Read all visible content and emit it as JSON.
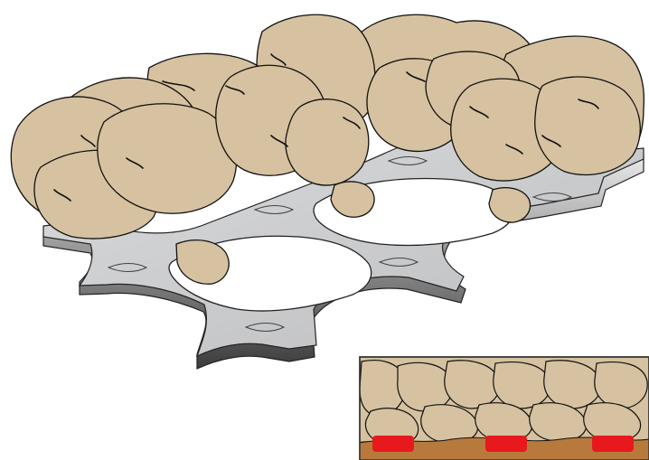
{
  "illustration": {
    "main_scene": {
      "subject": "aggregate-rocks-on-geogrid",
      "rock_fill": "#d6c2a0",
      "rock_stroke": "#111111",
      "grid_fill": "#c9cacc",
      "grid_edge_light": "#f2f2f2",
      "grid_edge_dark": "#5a5a5a"
    },
    "cross_section_inset": {
      "subject": "geogrid-cross-section",
      "rock_fill": "#d6c2a0",
      "soil_fill": "#b87a3c",
      "rib_fill": "#e8191c",
      "frame_stroke": "#333333",
      "rib_count": 3
    }
  }
}
